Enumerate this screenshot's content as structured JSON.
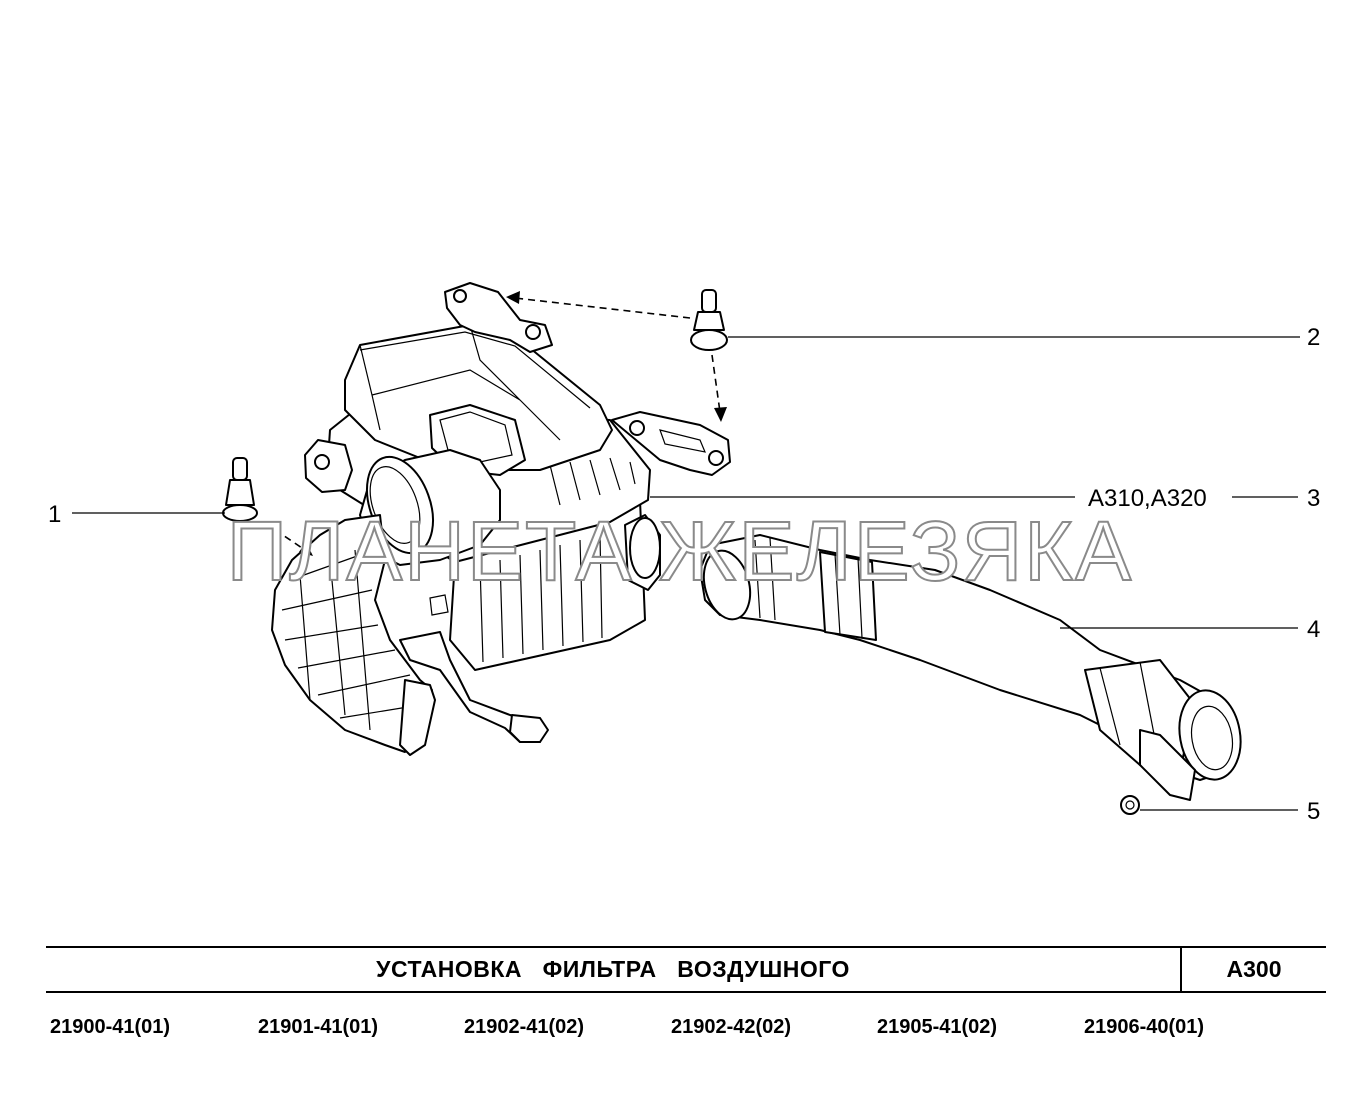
{
  "diagram": {
    "watermark": "ПЛАНЕТА ЖЕЛЕЗЯКА",
    "callouts": [
      {
        "number": "1"
      },
      {
        "number": "2"
      },
      {
        "number": "3",
        "reference": "A310,A320"
      },
      {
        "number": "4"
      },
      {
        "number": "5"
      }
    ]
  },
  "title_block": {
    "title": "УСТАНОВКА   ФИЛЬТРА   ВОЗДУШНОГО",
    "code": "A300"
  },
  "models": [
    "21900-41(01)",
    "21901-41(01)",
    "21902-41(02)",
    "21902-42(02)",
    "21905-41(02)",
    "21906-40(01)"
  ]
}
